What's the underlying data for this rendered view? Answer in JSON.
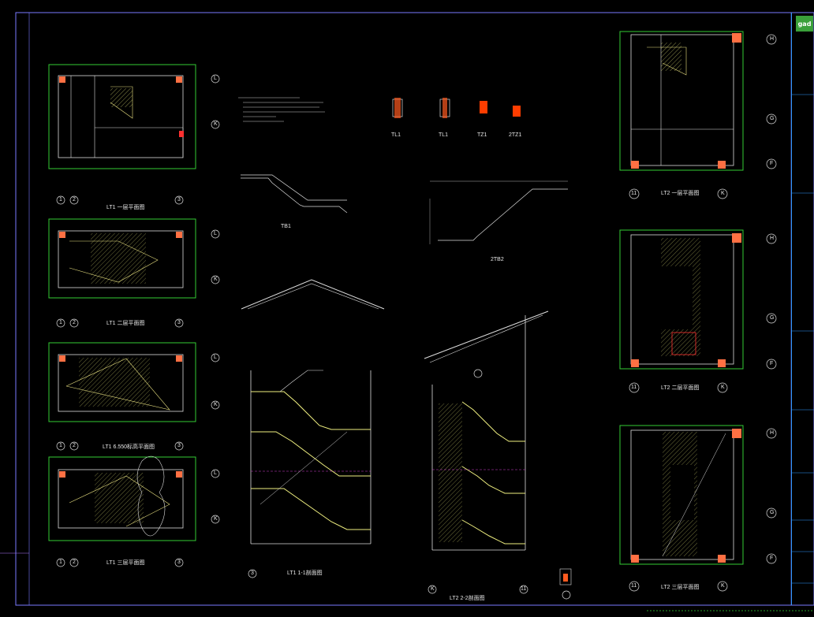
{
  "title_block": {
    "logo_text": "gad"
  },
  "plan_titles": {
    "lt1_plan_1": "LT1 一层平面图",
    "lt1_plan_2": "LT1 二层平面图",
    "lt1_plan_3": "LT1 6.550标高平面图",
    "lt1_plan_4": "LT1 三层平面图",
    "lt2_plan_1": "LT2 一层平面图",
    "lt2_plan_2": "LT2 二层平面图",
    "lt2_plan_3": "LT2 三层平面图"
  },
  "section_titles": {
    "lt1_section": "LT1 1-1剖面图",
    "lt2_section": "LT2 2-2剖面图",
    "stair_tb1": "TB1",
    "stair_tb2": "2TB2"
  },
  "beam_tags": [
    "TL1",
    "TL1",
    "TZ1",
    "2TZ1"
  ],
  "axis_labels": {
    "left_plans_bottom": [
      "1",
      "2",
      "3"
    ],
    "left_plans_right": [
      "L",
      "K"
    ],
    "right_plans_bottom": [
      "11",
      "K"
    ],
    "right_plans_right": [
      "H",
      "G",
      "F"
    ],
    "lt1_section_bottom": "3",
    "lt2_section_bottom": [
      "K",
      "11"
    ]
  }
}
